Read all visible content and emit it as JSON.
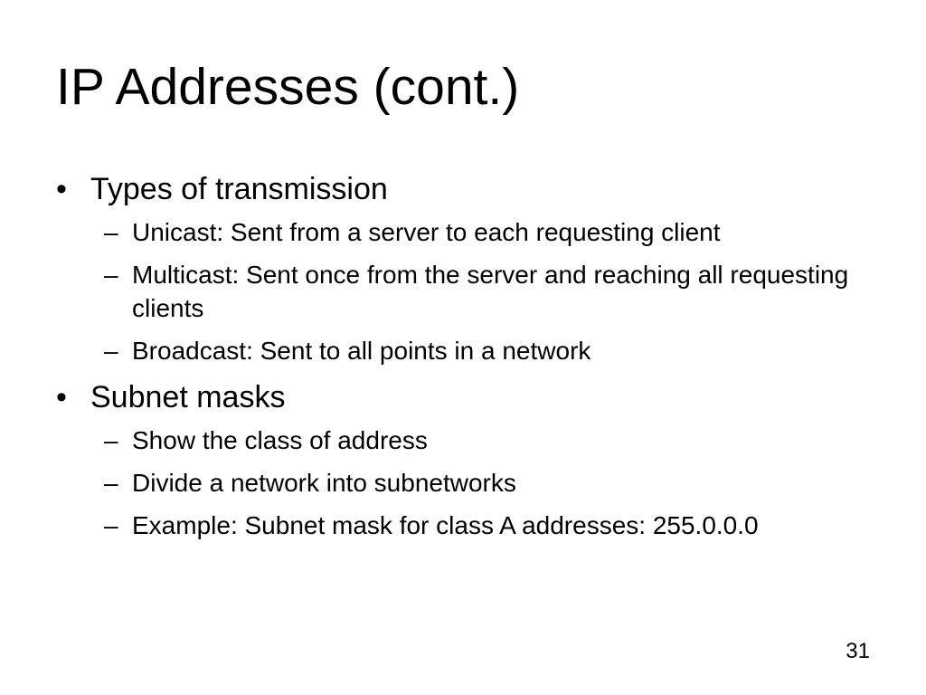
{
  "slide": {
    "title": "IP Addresses (cont.)",
    "page_number": "31",
    "bullet_glyph": "•",
    "sub_bullet_glyph": "–",
    "sections": [
      {
        "heading": "Types of transmission",
        "items": [
          "Unicast: Sent from a server to each requesting client",
          "Multicast: Sent once from the server and reaching all requesting clients",
          "Broadcast: Sent to all points in a network"
        ]
      },
      {
        "heading": "Subnet masks",
        "items": [
          "Show the class of address",
          "Divide a network into subnetworks",
          "Example: Subnet mask for class A addresses: 255.0.0.0"
        ]
      }
    ]
  }
}
